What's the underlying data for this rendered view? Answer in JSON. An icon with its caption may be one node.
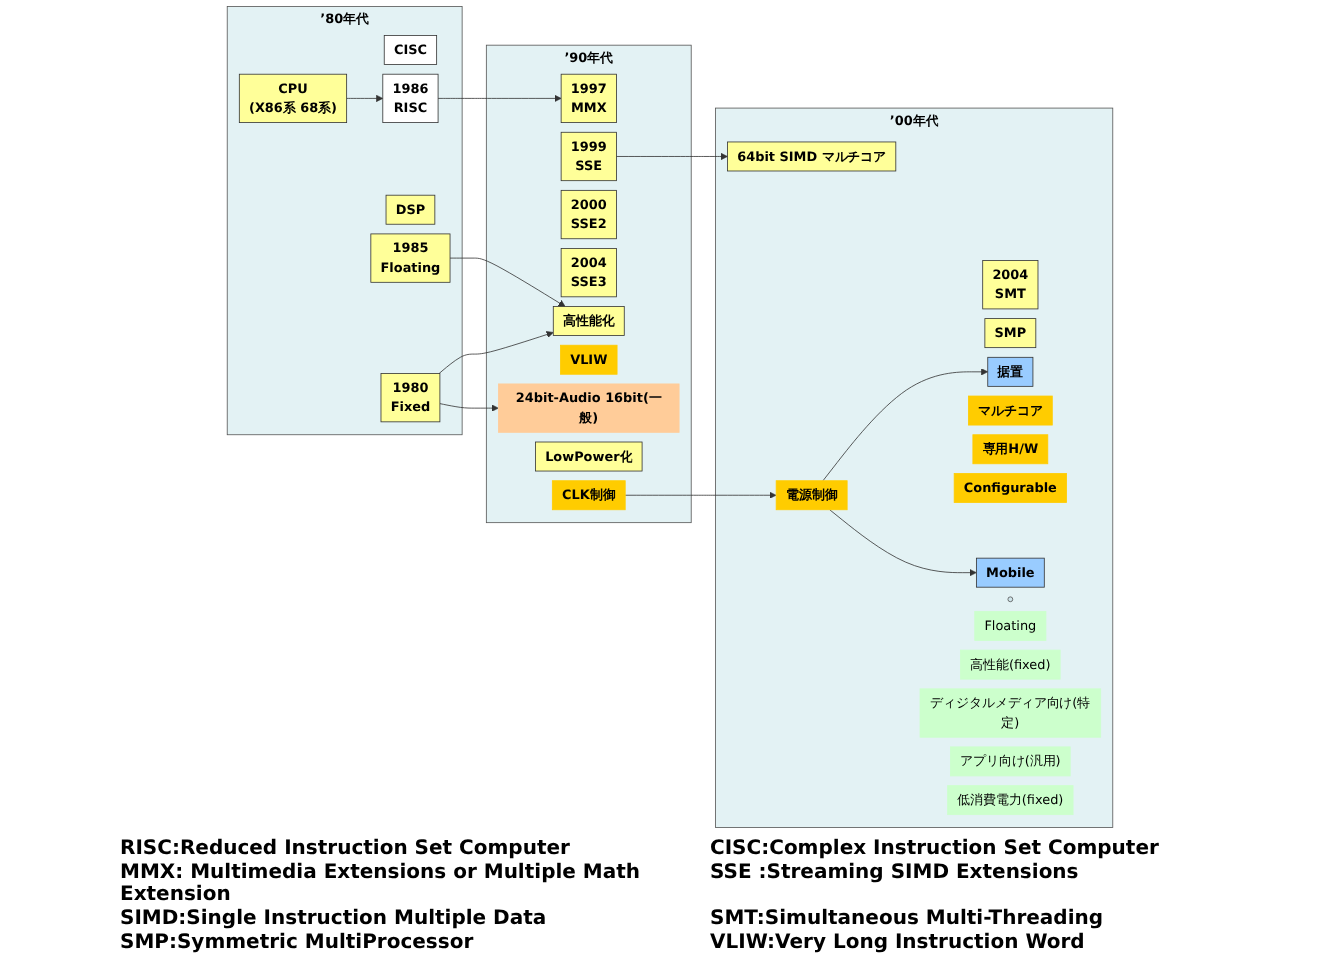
{
  "diagram": {
    "nodes": [
      {
        "text": [
          "’80年代"
        ]
      },
      {
        "text": [
          "’90年代"
        ]
      },
      {
        "text": [
          "’00年代"
        ]
      },
      {
        "text": [
          "CPU",
          "(X86系 68系)"
        ],
        "in": 0
      },
      {
        "text": [
          "CISC"
        ],
        "in": 0
      },
      {
        "text": [
          "1986",
          "RISC"
        ],
        "in": 0
      },
      {
        "text": [
          "DSP"
        ],
        "in": 0
      },
      {
        "text": [
          "1985",
          "Floating"
        ],
        "in": 0
      },
      {
        "text": [
          "1980",
          "Fixed"
        ],
        "in": 0
      },
      {
        "text": [
          "1997",
          "MMX"
        ],
        "in": 1
      },
      {
        "text": [
          "1999",
          "SSE"
        ],
        "in": 1
      },
      {
        "text": [
          "2000",
          "SSE2"
        ],
        "in": 1
      },
      {
        "text": [
          "2004",
          "SSE3"
        ],
        "in": 1
      },
      {
        "text": [
          "高性能化"
        ],
        "in": 1
      },
      {
        "text": [
          "VLIW"
        ],
        "in": 1
      },
      {
        "text": [
          "24bit-Audio 16bit(一般)"
        ],
        "in": 1
      },
      {
        "text": [
          "LowPower化"
        ],
        "in": 1
      },
      {
        "text": [
          "CLK制御"
        ],
        "in": 1
      },
      {
        "text": [
          "2004",
          "SMT"
        ],
        "in": 2
      },
      {
        "text": [
          "64bit SIMD マルチコア"
        ],
        "in": 2
      },
      {
        "text": [
          "SMP"
        ],
        "in": 2
      },
      {
        "text": [
          "据置"
        ],
        "in": 2
      },
      {
        "text": [
          "マルチコア"
        ],
        "in": 2
      },
      {
        "text": [
          "専用H/W"
        ],
        "in": 2
      },
      {
        "text": [
          "Configurable"
        ],
        "in": 2
      },
      {
        "text": [
          "電源制御"
        ],
        "in": 2
      },
      {
        "text": [
          "Mobile"
        ],
        "in": 2
      },
      {
        "text": [],
        "shape": "circle",
        "in": 2
      },
      {
        "text": [
          "Floating"
        ],
        "in": 2
      },
      {
        "text": [
          "高性能(fixed)"
        ],
        "in": 2
      },
      {
        "text": [
          "ディジタルメディア向け(特定)"
        ],
        "in": 2
      },
      {
        "text": [
          "アプリ向け(汎用)"
        ],
        "in": 2
      },
      {
        "text": [
          "低消費電力(fixed)"
        ],
        "in": 2
      }
    ],
    "edges": [
      {
        "from": 3,
        "to": 5,
        "arrow": "to"
      },
      {
        "from": 5,
        "to": 9,
        "arrow": "to"
      },
      {
        "from": 10,
        "to": 19,
        "arrow": "to"
      },
      {
        "from": 7,
        "to": 13,
        "arrow": "to"
      },
      {
        "from": 8,
        "to": 13,
        "arrow": "to"
      },
      {
        "from": 8,
        "to": 15,
        "arrow": "to"
      },
      {
        "from": 17,
        "to": 25,
        "arrow": "to"
      },
      {
        "from": 25,
        "to": 21,
        "arrow": "to"
      },
      {
        "from": 25,
        "to": 26,
        "arrow": "to"
      }
    ],
    "labels": [
      "RISC:Reduced Instruction Set Computer",
      "CISC:Complex Instruction Set Computer",
      "MMX: Multimedia Extensions or Multiple Math Extension",
      "SSE :Streaming SIMD Extensions",
      "SIMD:Single Instruction Multiple Data",
      "SMT:Simultaneous Multi-Threading",
      "SMP:Symmetric MultiProcessor",
      "VLIW:Very Long Instruction Word"
    ]
  }
}
